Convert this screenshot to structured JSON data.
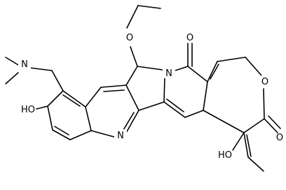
{
  "labels": {
    "n_amine": "N",
    "o_ether": "O",
    "o_phenol": "HO",
    "n_pyridine": "N",
    "n_lactam": "N",
    "o_lactam": "O",
    "o_lactone_ring": "O",
    "o_lactone_carbonyl": "O",
    "o_hydroxyl": "HO"
  }
}
